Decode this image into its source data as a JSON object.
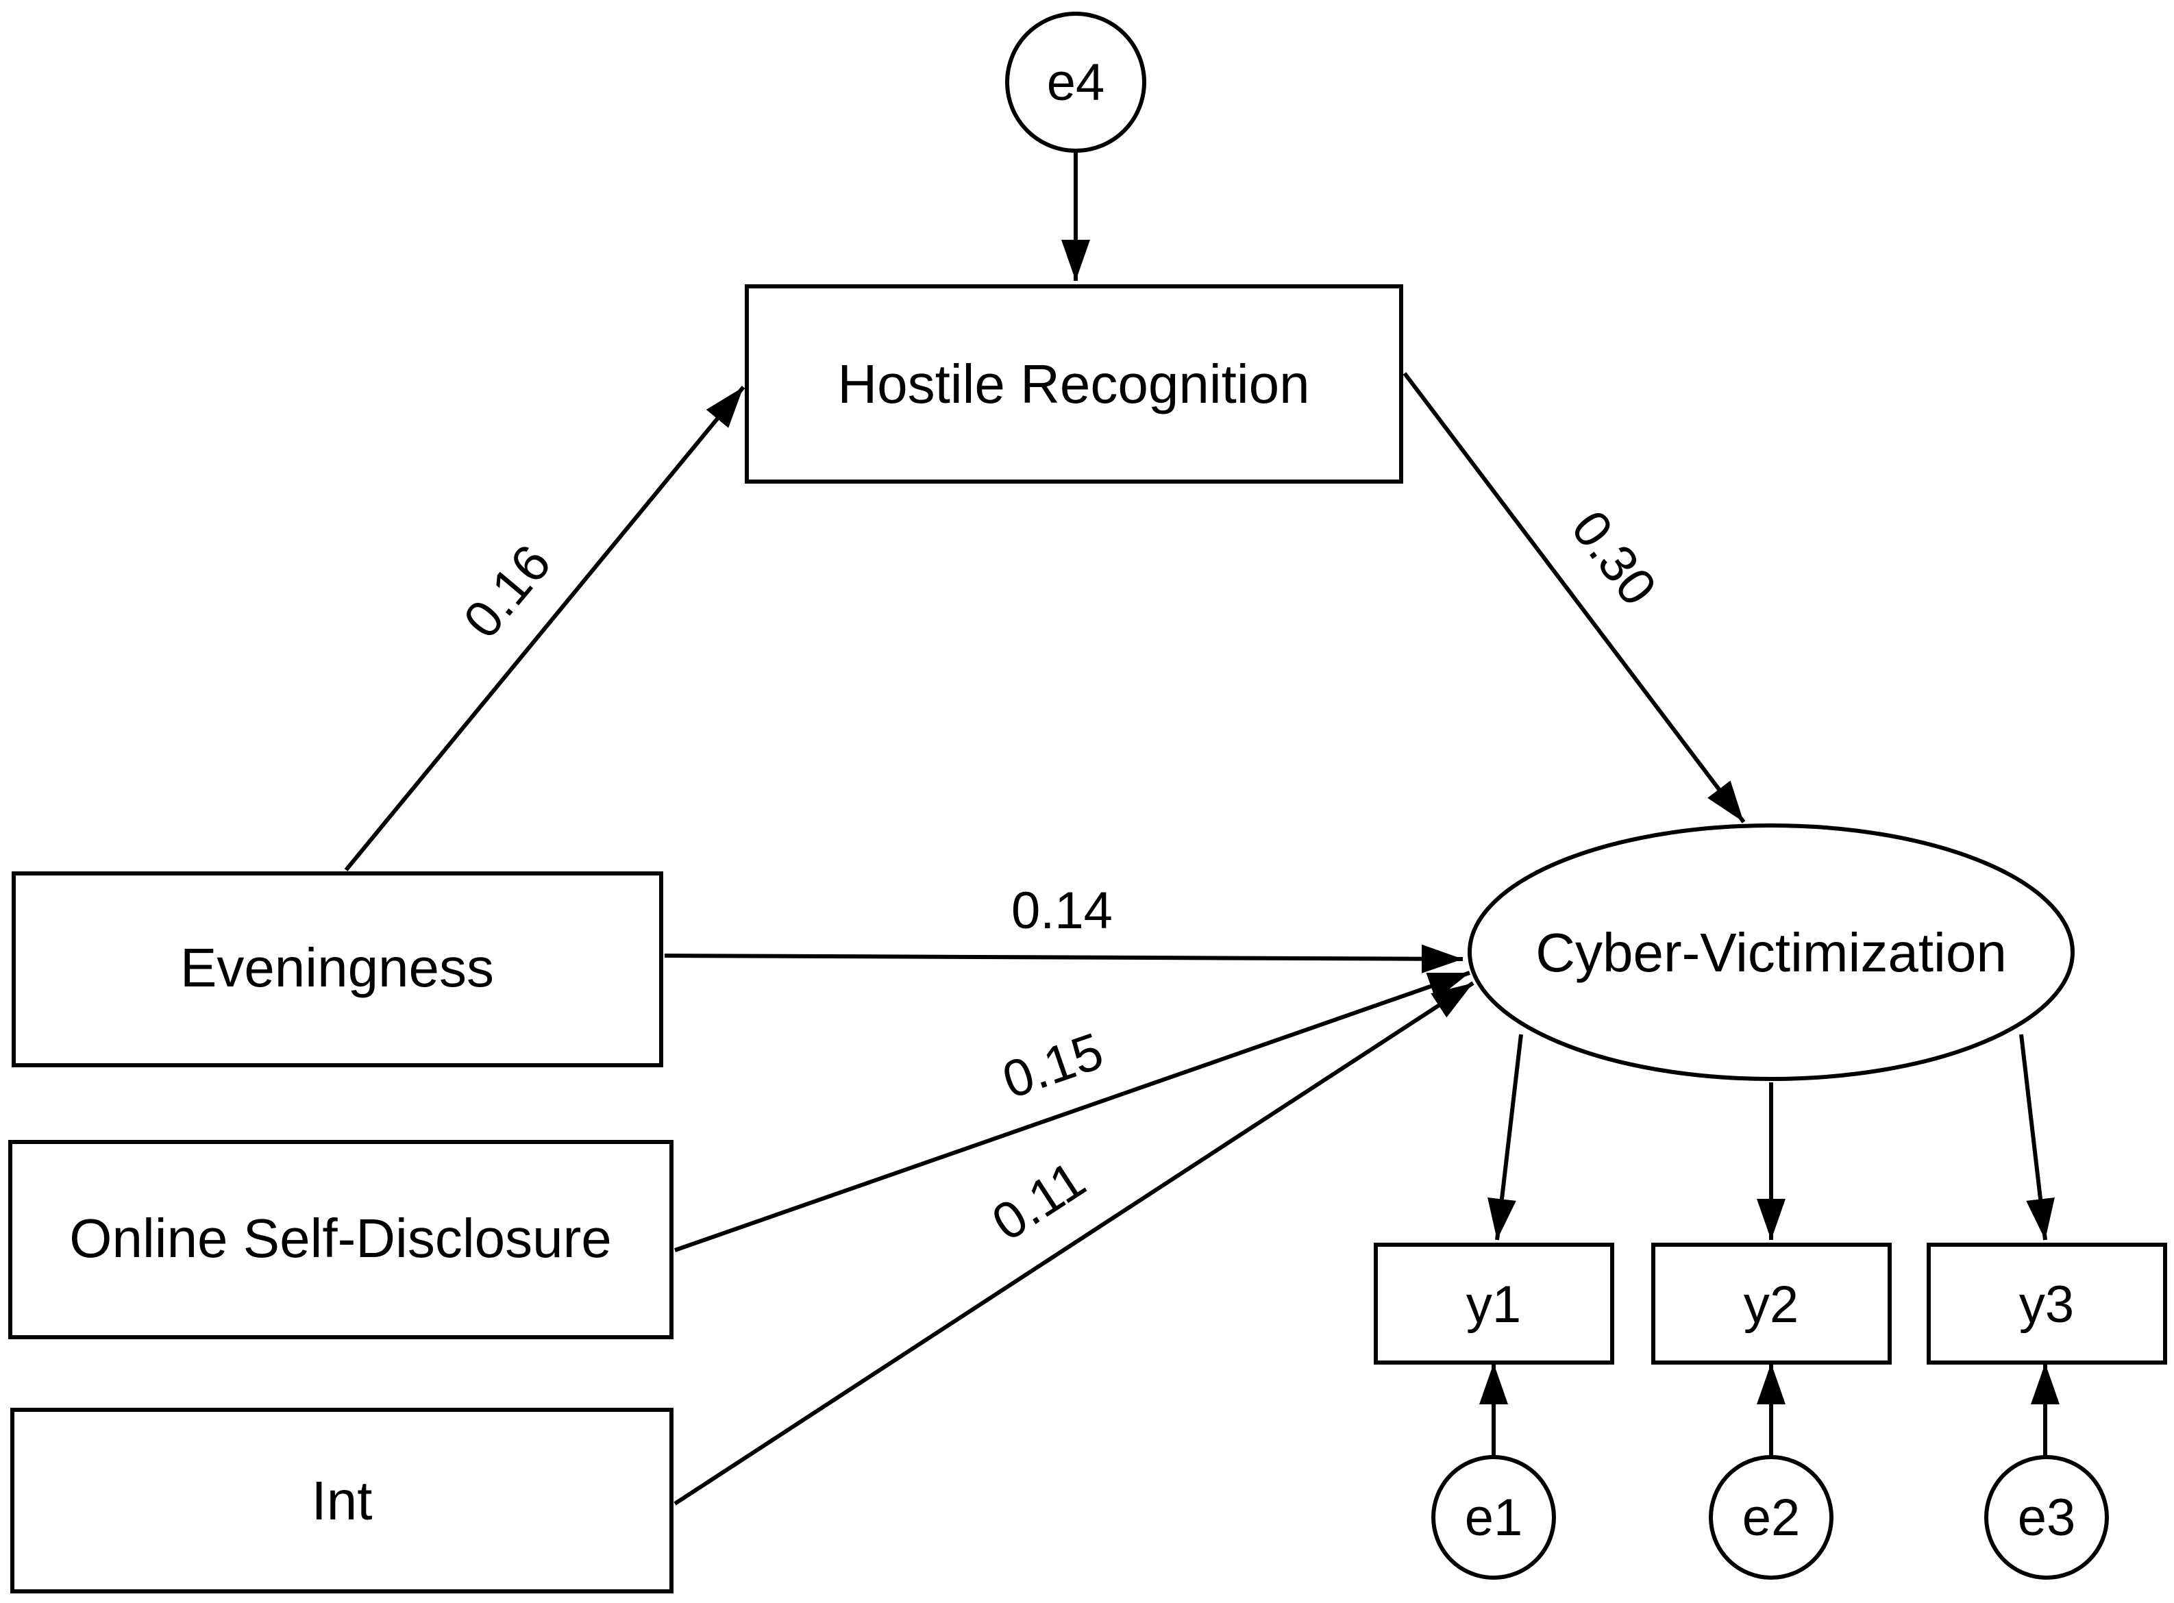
{
  "nodes": {
    "e4": "e4",
    "hostile": "Hostile Recognition",
    "eveningness": "Eveningness",
    "disclosure": "Online Self-Disclosure",
    "int": "Int",
    "cyber": "Cyber-Victimization",
    "y1": "y1",
    "y2": "y2",
    "y3": "y3",
    "e1": "e1",
    "e2": "e2",
    "e3": "e3"
  },
  "paths": {
    "eveningness_to_hostile": "0.16",
    "hostile_to_cyber": "0.30",
    "eveningness_to_cyber": "0.14",
    "disclosure_to_cyber": "0.15",
    "int_to_cyber": "0.11"
  }
}
